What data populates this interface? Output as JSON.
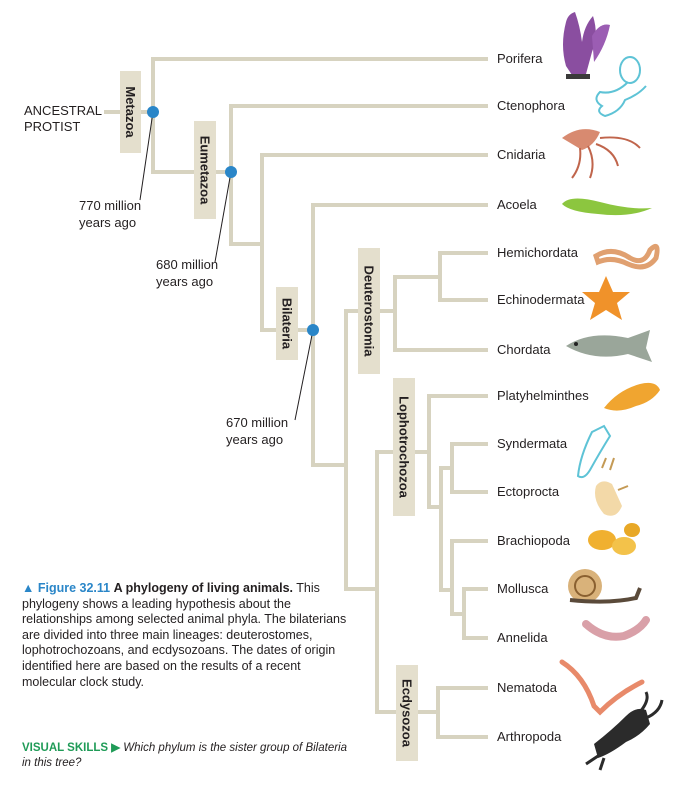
{
  "root_label": [
    "ANCESTRAL",
    "PROTIST"
  ],
  "clades": {
    "metazoa": "Metazoa",
    "eumetazoa": "Eumetazoa",
    "bilateria": "Bilateria",
    "deuterostomia": "Deuterostomia",
    "lophotrochozoa": "Lophotrochozoa",
    "ecdysozoa": "Ecdysozoa"
  },
  "dates": {
    "metazoa": [
      "770 million",
      "years ago"
    ],
    "eumetazoa": [
      "680 million",
      "years ago"
    ],
    "bilateria": [
      "670 million",
      "years ago"
    ]
  },
  "taxa": [
    "Porifera",
    "Ctenophora",
    "Cnidaria",
    "Acoela",
    "Hemichordata",
    "Echinodermata",
    "Chordata",
    "Platyhelminthes",
    "Syndermata",
    "Ectoprocta",
    "Brachiopoda",
    "Mollusca",
    "Annelida",
    "Nematoda",
    "Arthropoda"
  ],
  "caption": {
    "fig_tag": "▲ Figure 32.11",
    "title": "A phylogeny of living animals.",
    "body": " This phylogeny shows a leading hypothesis about the relationships among selected animal phyla. The bilaterians are divided into three main lineages: deuterostomes, lophotrochozoans, and ecdysozoans. The dates of origin identified here are based on the results of a recent molecular clock study."
  },
  "visual_skills": {
    "label": "VISUAL SKILLS ▶",
    "question": " Which phylum is the sister group of Bilateria in this tree?"
  },
  "colors": {
    "branch": "#d7d3c0",
    "node": "#2a86c8",
    "clade_box": "#e4dfcd",
    "figure_tag": "#2a86c8",
    "visual_skills": "#1f9b57"
  },
  "illustrations": [
    "sponge",
    "comb-jelly",
    "jellyfish",
    "acoel-flatworm",
    "acorn-worm",
    "sea-star",
    "bass-fish",
    "flatworm",
    "rotifer",
    "bryozoan",
    "brachiopod",
    "snail",
    "earthworm",
    "nematode-worm",
    "lobster"
  ]
}
